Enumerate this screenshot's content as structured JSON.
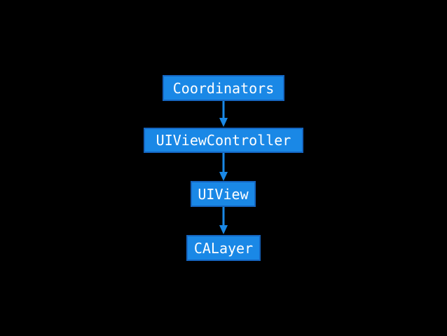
{
  "diagram": {
    "nodes": [
      {
        "label": "Coordinators"
      },
      {
        "label": "UIViewController"
      },
      {
        "label": "UIView"
      },
      {
        "label": "CALayer"
      }
    ],
    "edges": [
      {
        "from": 0,
        "to": 1
      },
      {
        "from": 1,
        "to": 2
      },
      {
        "from": 2,
        "to": 3
      }
    ]
  },
  "colors": {
    "background": "#000000",
    "node_fill": "#1a88e6",
    "node_border": "#1565c0",
    "arrow": "#1a88e6",
    "text": "#ffffff"
  }
}
